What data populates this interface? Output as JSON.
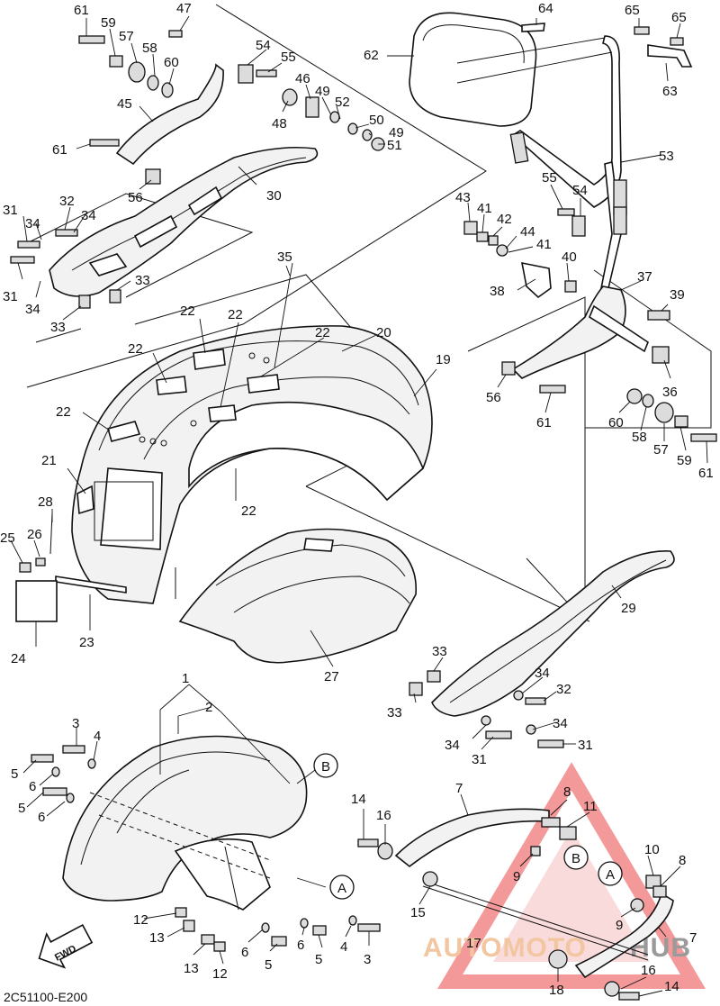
{
  "diagram_code": "2C51100-E200",
  "fwd_label": "FWD",
  "watermark": {
    "part1": "AUTOMOTO",
    "part2": "HUB"
  },
  "ref_marks": [
    "A",
    "B"
  ],
  "callouts": [
    "1",
    "2",
    "3",
    "4",
    "5",
    "6",
    "7",
    "8",
    "9",
    "10",
    "11",
    "12",
    "13",
    "14",
    "15",
    "16",
    "17",
    "18",
    "19",
    "20",
    "21",
    "22",
    "23",
    "24",
    "25",
    "26",
    "27",
    "28",
    "29",
    "30",
    "31",
    "32",
    "33",
    "34",
    "35",
    "36",
    "37",
    "38",
    "39",
    "40",
    "41",
    "42",
    "43",
    "44",
    "45",
    "46",
    "47",
    "48",
    "49",
    "50",
    "51",
    "52",
    "53",
    "54",
    "55",
    "56",
    "57",
    "58",
    "59",
    "60",
    "61",
    "62",
    "63",
    "64",
    "65"
  ]
}
